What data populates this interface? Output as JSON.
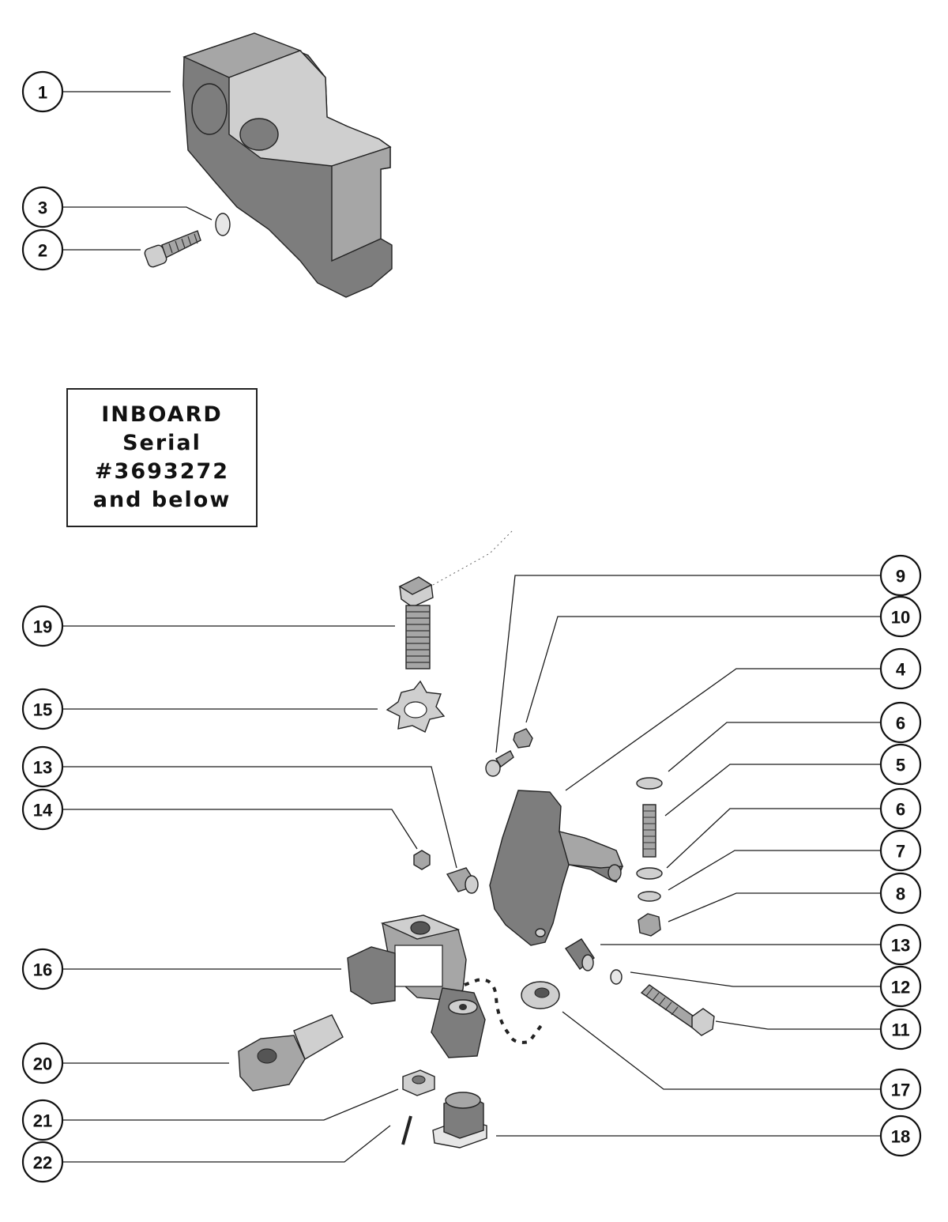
{
  "note": {
    "line1": "INBOARD",
    "line2": "Serial",
    "line3": "#3693272",
    "line4": "and below"
  },
  "callouts": [
    {
      "id": "c1",
      "label": "1"
    },
    {
      "id": "c3",
      "label": "3"
    },
    {
      "id": "c2",
      "label": "2"
    },
    {
      "id": "c19",
      "label": "19"
    },
    {
      "id": "c15",
      "label": "15"
    },
    {
      "id": "c13a",
      "label": "13"
    },
    {
      "id": "c14",
      "label": "14"
    },
    {
      "id": "c16",
      "label": "16"
    },
    {
      "id": "c20",
      "label": "20"
    },
    {
      "id": "c21",
      "label": "21"
    },
    {
      "id": "c22",
      "label": "22"
    },
    {
      "id": "c9",
      "label": "9"
    },
    {
      "id": "c10",
      "label": "10"
    },
    {
      "id": "c4",
      "label": "4"
    },
    {
      "id": "c6a",
      "label": "6"
    },
    {
      "id": "c5",
      "label": "5"
    },
    {
      "id": "c6b",
      "label": "6"
    },
    {
      "id": "c7",
      "label": "7"
    },
    {
      "id": "c8",
      "label": "8"
    },
    {
      "id": "c13b",
      "label": "13"
    },
    {
      "id": "c12",
      "label": "12"
    },
    {
      "id": "c11",
      "label": "11"
    },
    {
      "id": "c17",
      "label": "17"
    },
    {
      "id": "c18",
      "label": "18"
    }
  ]
}
